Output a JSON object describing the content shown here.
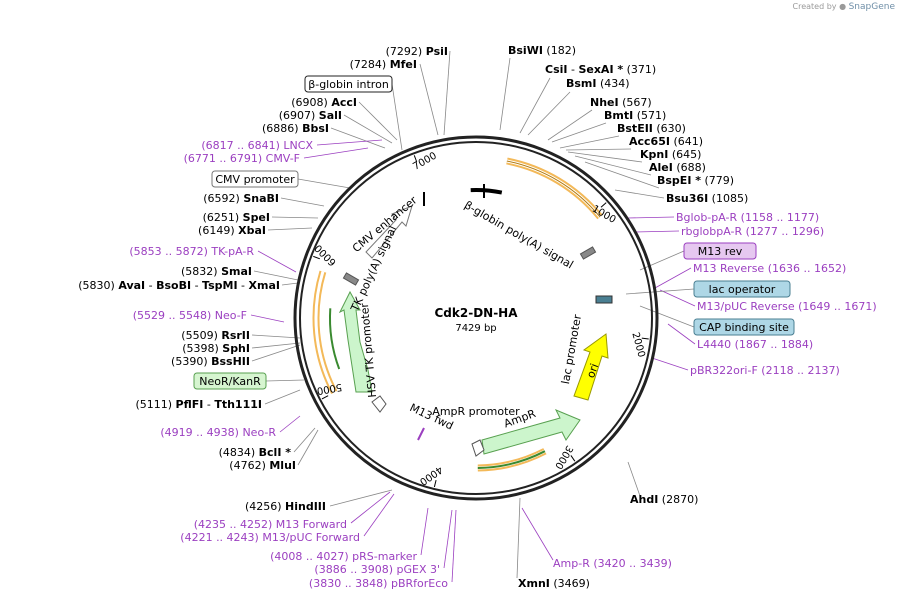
{
  "credit": {
    "prefix": "Created by",
    "brand": "SnapGene"
  },
  "plasmid": {
    "name": "Cdk2-DN-HA",
    "size_label": "7429 bp",
    "length": 7429
  },
  "ticks": [
    {
      "label": "1000",
      "pos": 1000
    },
    {
      "label": "2000",
      "pos": 2000
    },
    {
      "label": "3000",
      "pos": 3000
    },
    {
      "label": "4000",
      "pos": 4000
    },
    {
      "label": "5000",
      "pos": 5000
    },
    {
      "label": "6000",
      "pos": 6000
    },
    {
      "label": "7000",
      "pos": 7000
    }
  ],
  "enzymes": [
    {
      "name": "BsiWI",
      "pos_text": "(182)"
    },
    {
      "name": "CsiI",
      "name2": "SexAI *",
      "pos_text": "(371)"
    },
    {
      "name": "BsmI",
      "pos_text": "(434)"
    },
    {
      "name": "NheI",
      "pos_text": "(567)"
    },
    {
      "name": "BmtI",
      "pos_text": "(571)"
    },
    {
      "name": "BstEII",
      "pos_text": "(630)"
    },
    {
      "name": "Acc65I",
      "pos_text": "(641)"
    },
    {
      "name": "KpnI",
      "pos_text": "(645)"
    },
    {
      "name": "AleI",
      "pos_text": "(688)"
    },
    {
      "name": "BspEI *",
      "pos_text": "(779)"
    },
    {
      "name": "Bsu36I",
      "pos_text": "(1085)"
    },
    {
      "name": "AhdI",
      "pos_text": "(2870)"
    },
    {
      "name": "XmnI",
      "pos_text": "(3469)"
    },
    {
      "name": "HindIII",
      "pos_text": "(4256)"
    },
    {
      "name": "MluI",
      "pos_text": "(4762)"
    },
    {
      "name": "BclI *",
      "pos_text": "(4834)"
    },
    {
      "name": "PflFI",
      "name2": "Tth111I",
      "pos_text": "(5111)"
    },
    {
      "name": "BssHII",
      "pos_text": "(5390)"
    },
    {
      "name": "SphI",
      "pos_text": "(5398)"
    },
    {
      "name": "RsrII",
      "pos_text": "(5509)"
    },
    {
      "name": "AvaI",
      "name2": "BsoBI",
      "name3": "TspMI",
      "name4": "XmaI",
      "pos_text": "(5830)"
    },
    {
      "name": "SmaI",
      "pos_text": "(5832)"
    },
    {
      "name": "XbaI",
      "pos_text": "(6149)"
    },
    {
      "name": "SpeI",
      "pos_text": "(6251)"
    },
    {
      "name": "SnaBI",
      "pos_text": "(6592)"
    },
    {
      "name": "BbsI",
      "pos_text": "(6886)"
    },
    {
      "name": "SalI",
      "pos_text": "(6907)"
    },
    {
      "name": "AccI",
      "pos_text": "(6908)"
    },
    {
      "name": "MfeI",
      "pos_text": "(7284)"
    },
    {
      "name": "PsiI",
      "pos_text": "(7292)"
    }
  ],
  "primers": [
    {
      "name": "Bglob-pA-R",
      "range": "(1158 .. 1177)"
    },
    {
      "name": "rbglobpA-R",
      "range": "(1277 .. 1296)"
    },
    {
      "name": "M13 Reverse",
      "range": "(1636 .. 1652)"
    },
    {
      "name": "M13/pUC Reverse",
      "range": "(1649 .. 1671)"
    },
    {
      "name": "L4440",
      "range": "(1867 .. 1884)"
    },
    {
      "name": "pBR322ori-F",
      "range": "(2118 .. 2137)"
    },
    {
      "name": "Amp-R",
      "range": "(3420 .. 3439)"
    },
    {
      "name": "pBRforEco",
      "range": "(3830 .. 3848)"
    },
    {
      "name": "pGEX 3'",
      "range": "(3886 .. 3908)"
    },
    {
      "name": "pRS-marker",
      "range": "(4008 .. 4027)"
    },
    {
      "name": "M13/pUC Forward",
      "range": "(4221 .. 4243)"
    },
    {
      "name": "M13 Forward",
      "range": "(4235 .. 4252)"
    },
    {
      "name": "Neo-R",
      "range": "(4919 .. 4938)"
    },
    {
      "name": "Neo-F",
      "range": "(5529 .. 5548)"
    },
    {
      "name": "TK-pA-R",
      "range": "(5853 .. 5872)"
    },
    {
      "name": "CMV-F",
      "range": "(6771 .. 6791)"
    },
    {
      "name": "LNCX",
      "range": "(6817 .. 6841)"
    }
  ],
  "boxed_features": [
    {
      "name": "M13 rev",
      "color": "#e6c8f0",
      "border": "#9b3fc0"
    },
    {
      "name": "lac operator",
      "color": "#aed7e6",
      "border": "#4a7f92"
    },
    {
      "name": "CAP binding site",
      "color": "#aed7e6",
      "border": "#4a7f92"
    },
    {
      "name": "NeoR/KanR",
      "color": "#d6f5d0",
      "border": "#58a050"
    },
    {
      "name": "CMV promoter",
      "color": "#ffffff",
      "border": "#777777"
    },
    {
      "name": "β-globin intron",
      "color": "#ffffff",
      "border": "#222222"
    }
  ],
  "inner_features": [
    {
      "name": "β-globin poly(A) signal"
    },
    {
      "name": "CMV enhancer"
    },
    {
      "name": "TK poly(A) signal"
    },
    {
      "name": "HSV TK promoter"
    },
    {
      "name": "AmpR promoter"
    },
    {
      "name": "AmpR"
    },
    {
      "name": "M13 fwd"
    },
    {
      "name": "lac promoter"
    },
    {
      "name": "ori"
    }
  ],
  "colors": {
    "backbone": "#222222",
    "orf_outline": "#f0a830",
    "primer": "#9b3fc0",
    "green_feature": "#ccf5cc",
    "ori": "#ffff00"
  }
}
